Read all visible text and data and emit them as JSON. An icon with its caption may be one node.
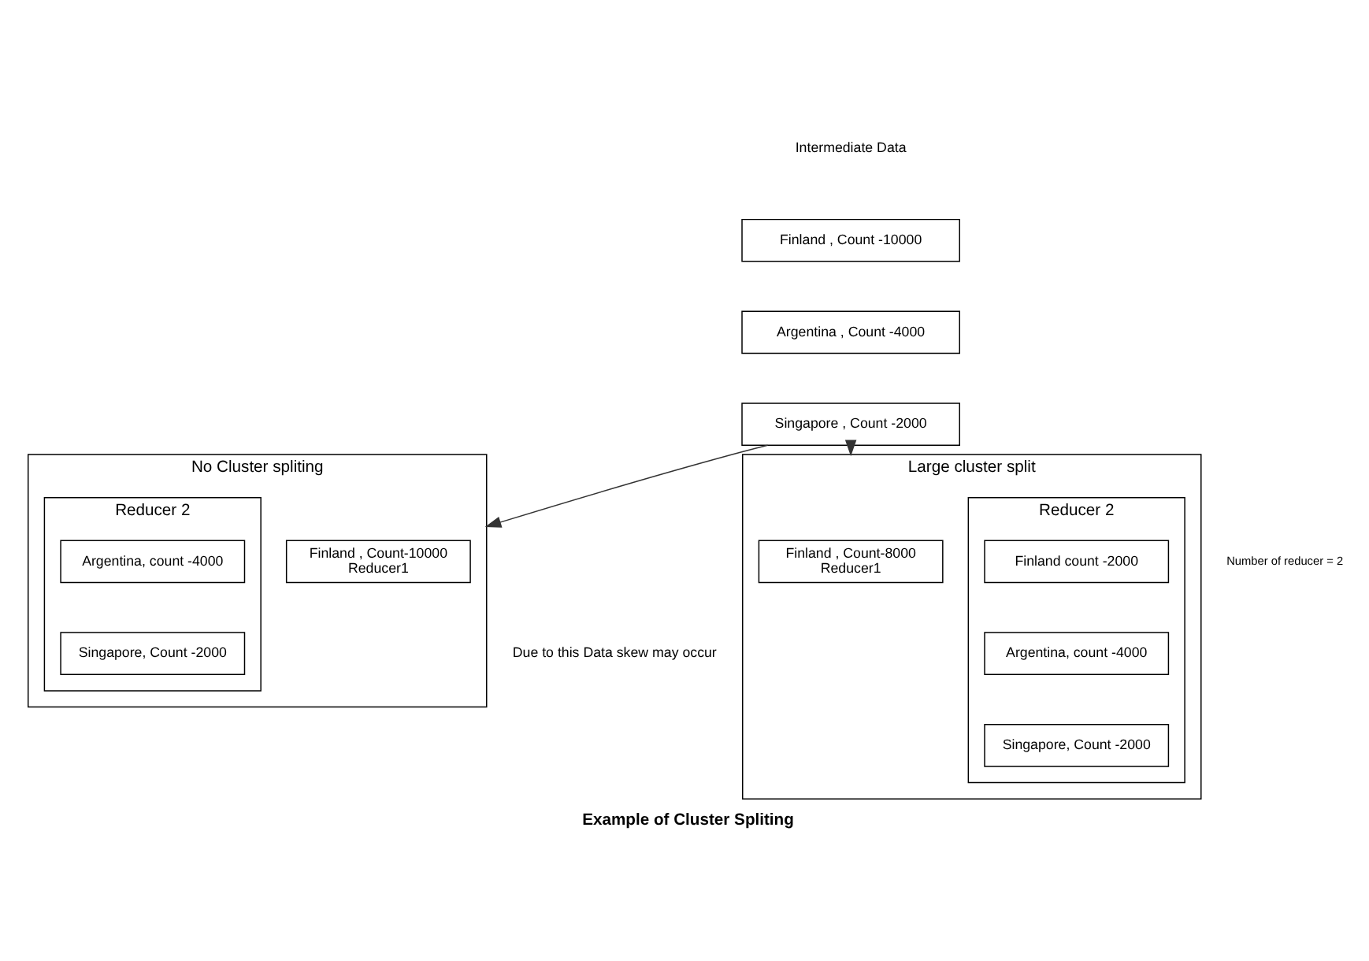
{
  "diagram": {
    "caption": "Example of Cluster Spliting",
    "nodes": [
      {
        "text": [
          "Finland , Count -10000"
        ]
      },
      {
        "text": [
          "Argentina , Count -4000"
        ]
      },
      {
        "text": [
          "Singapore , Count -2000"
        ]
      },
      {
        "text": [
          "No Cluster spliting"
        ],
        "beside": [
          "Due to this Data skew may occur"
        ]
      },
      {
        "text": [
          "Finland , Count-10000",
          "Reducer1"
        ],
        "in": 3
      },
      {
        "text": [
          "Reducer 2"
        ],
        "in": 3
      },
      {
        "text": [
          "Argentina, count -4000"
        ],
        "in": 5
      },
      {
        "text": [
          "Singapore, Count -2000"
        ],
        "in": 5
      },
      {
        "text": [
          "Large cluster split"
        ]
      },
      {
        "text": [
          "Finland , Count-8000",
          "Reducer1"
        ],
        "in": 8
      },
      {
        "text": [
          "Reducer 2"
        ],
        "in": 8
      },
      {
        "text": [
          "Finland count -2000"
        ],
        "in": 10
      },
      {
        "text": [
          "Argentina, count -4000"
        ],
        "in": 10
      },
      {
        "text": [
          "Singapore, Count -2000"
        ],
        "in": 10
      }
    ],
    "edges": [
      {
        "from": 2,
        "to": 3,
        "arrow": "to"
      },
      {
        "from": 2,
        "to": 8,
        "arrow": "to"
      }
    ],
    "labels": [
      "Intermediate Data",
      "Number of reducer = 2"
    ]
  }
}
